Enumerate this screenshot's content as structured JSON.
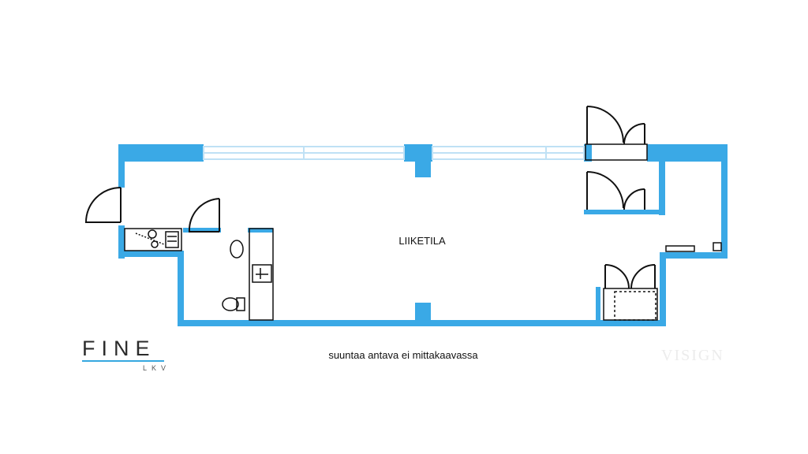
{
  "plan": {
    "room_label": "LIIKETILA",
    "caption": "suuntaa antava ei mittakaavassa",
    "wall_color": "#3aa9e6",
    "window_color": "#bfe1f5"
  },
  "logo": {
    "main": "FINE",
    "sub": "LKV"
  },
  "watermark": "VISIGN"
}
